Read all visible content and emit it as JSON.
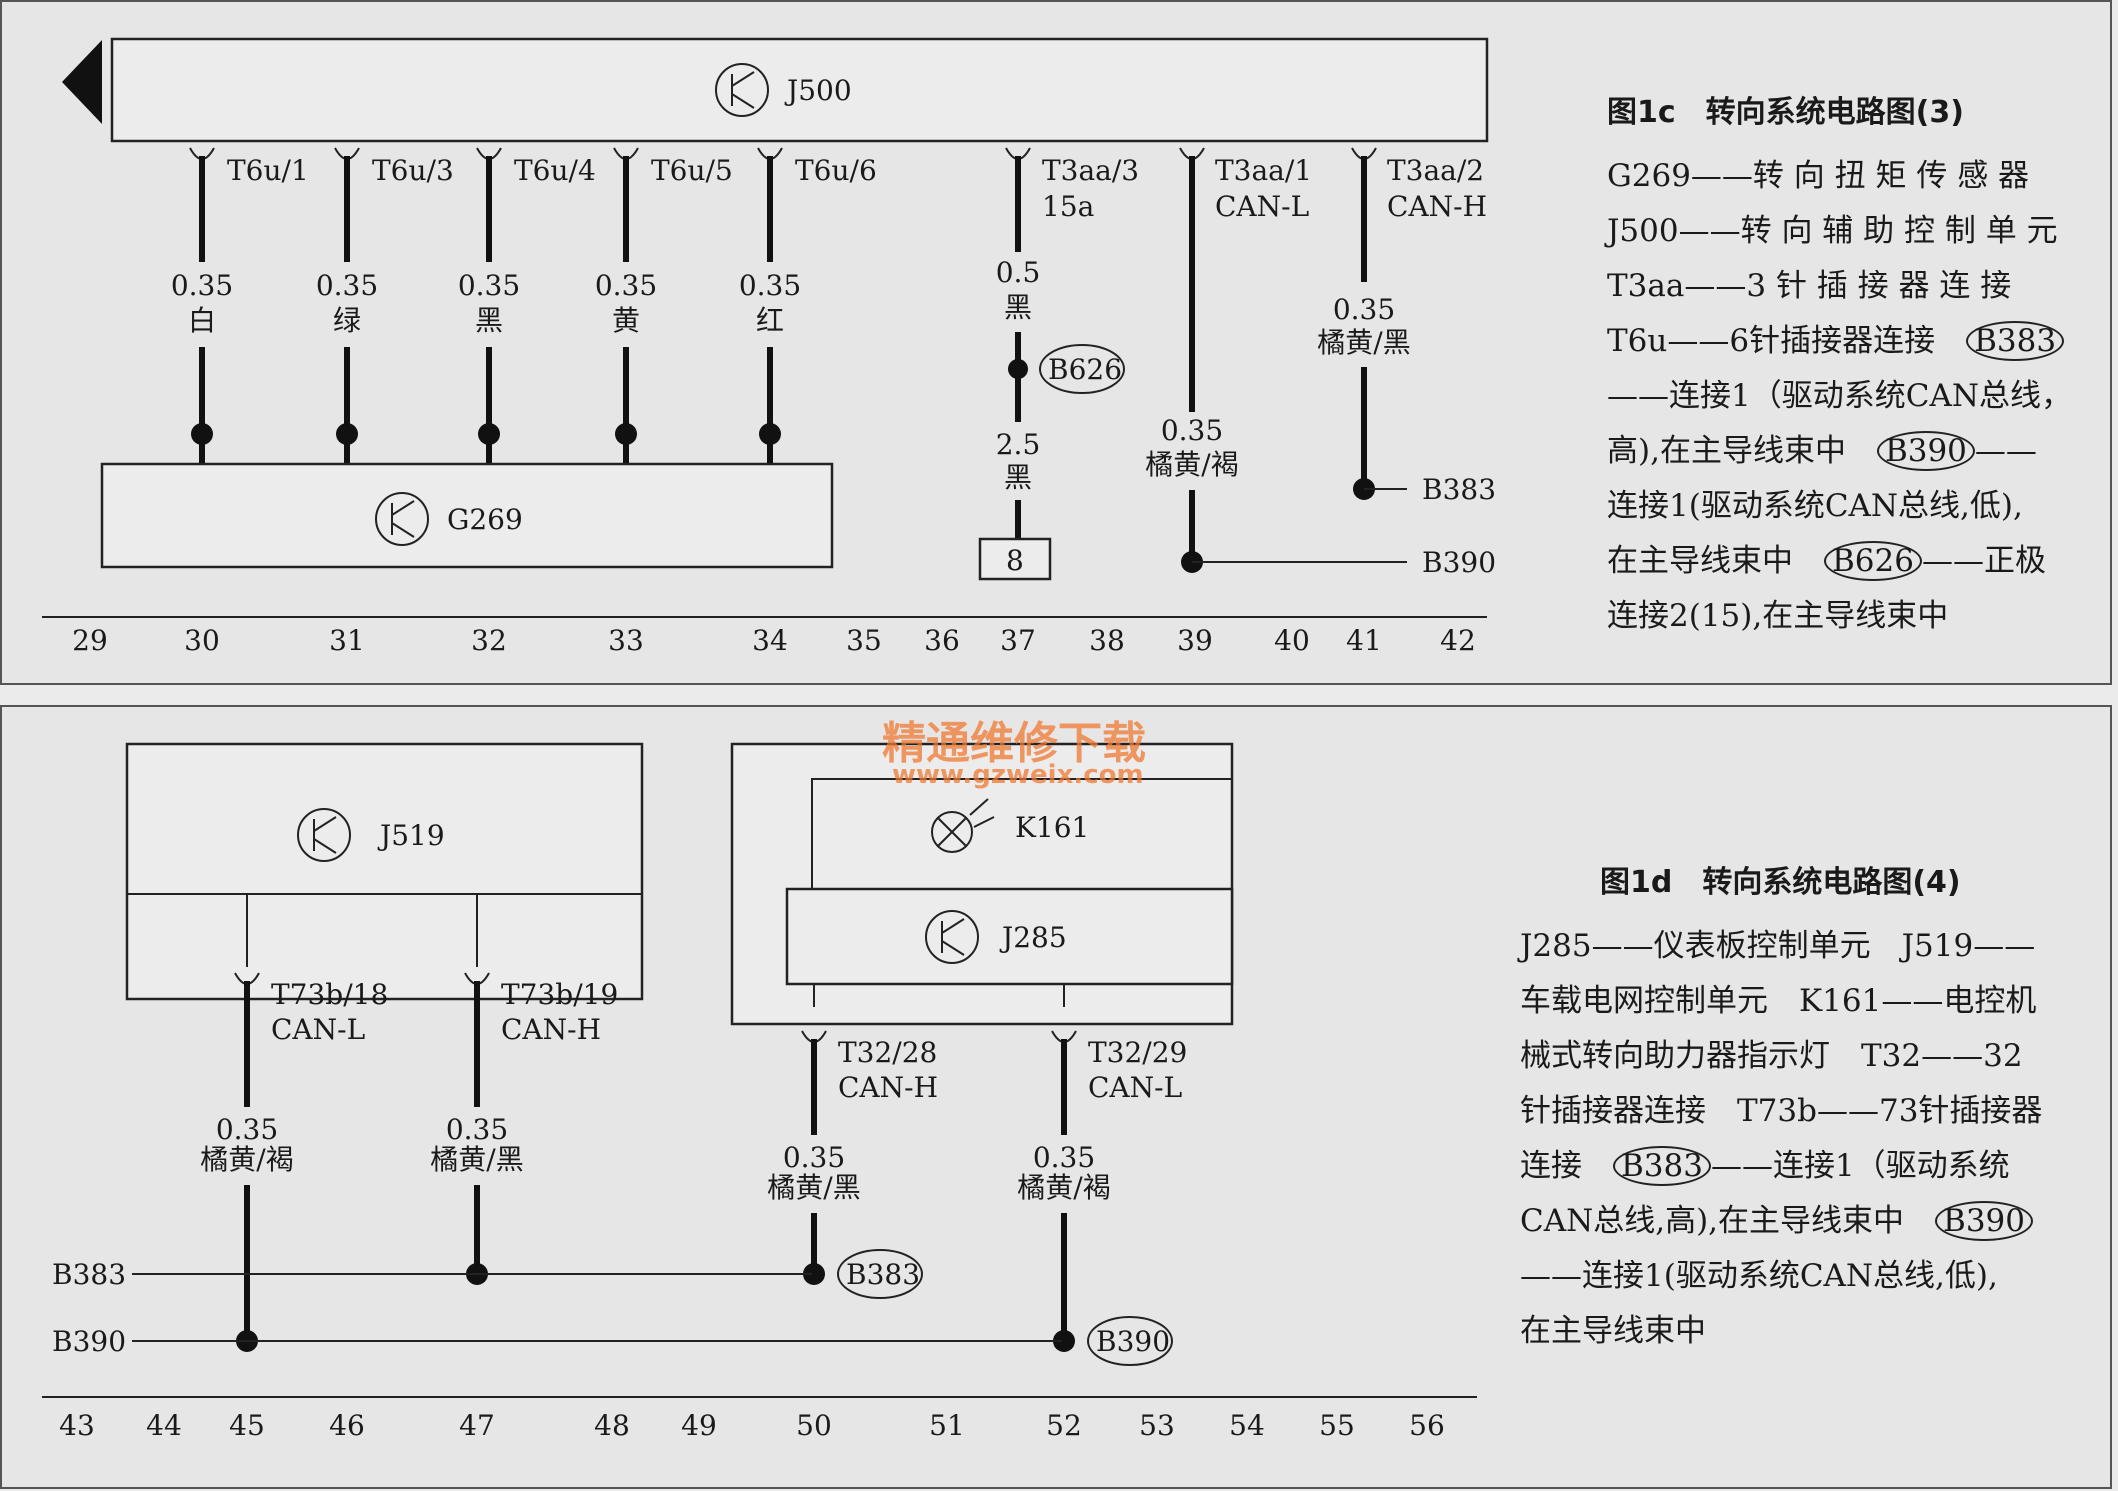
{
  "top": {
    "components": {
      "J500": "J500",
      "G269": "G269",
      "ground": "8"
    },
    "connectors": [
      {
        "pin": "T6u/1"
      },
      {
        "pin": "T6u/3"
      },
      {
        "pin": "T6u/4"
      },
      {
        "pin": "T6u/5"
      },
      {
        "pin": "T6u/6"
      },
      {
        "pin": "T3aa/3",
        "sub": "15a"
      },
      {
        "pin": "T3aa/1",
        "sub": "CAN-L"
      },
      {
        "pin": "T3aa/2",
        "sub": "CAN-H"
      }
    ],
    "wires": [
      {
        "size": "0.35",
        "color": "白"
      },
      {
        "size": "0.35",
        "color": "绿"
      },
      {
        "size": "0.35",
        "color": "黑"
      },
      {
        "size": "0.35",
        "color": "黄"
      },
      {
        "size": "0.35",
        "color": "红"
      },
      {
        "size": "0.5",
        "color": "黑"
      },
      {
        "size": "2.5",
        "color": "黑"
      },
      {
        "size": "0.35",
        "color": "橘黄/褐"
      },
      {
        "size": "0.35",
        "color": "橘黄/黑"
      }
    ],
    "splices": {
      "b626": "B626",
      "b383": "B383",
      "b390": "B390"
    },
    "scale": [
      "29",
      "30",
      "31",
      "32",
      "33",
      "34",
      "35",
      "36",
      "37",
      "38",
      "39",
      "40",
      "41",
      "42"
    ],
    "legend": {
      "title": "图1c　转向系统电路图(3)",
      "lines": [
        "G269——转 向 扭 矩 传 感 器",
        "J500——转 向 辅 助 控 制 单 元",
        "T3aa——3 针 插 接 器 连 接",
        "T6u——6针插接器连接",
        "——连接1（驱动系统CAN总线，",
        "高),在主导线束中",
        "连接1(驱动系统CAN总线,低),",
        "在主导线束中",
        "连接2(15),在主导线束中"
      ],
      "tags": {
        "b383": "B383",
        "b390": "B390",
        "b626": "B626"
      },
      "dash": "——",
      "positive": "——正极"
    }
  },
  "bottom": {
    "components": {
      "J519": "J519",
      "K161": "K161",
      "J285": "J285"
    },
    "connectors": [
      {
        "pin": "T73b/18",
        "sub": "CAN-L"
      },
      {
        "pin": "T73b/19",
        "sub": "CAN-H"
      },
      {
        "pin": "T32/28",
        "sub": "CAN-H"
      },
      {
        "pin": "T32/29",
        "sub": "CAN-L"
      }
    ],
    "wires": [
      {
        "size": "0.35",
        "color": "橘黄/褐"
      },
      {
        "size": "0.35",
        "color": "橘黄/黑"
      },
      {
        "size": "0.35",
        "color": "橘黄/黑"
      },
      {
        "size": "0.35",
        "color": "橘黄/褐"
      }
    ],
    "buses": {
      "b383": "B383",
      "b390": "B390"
    },
    "scale": [
      "43",
      "44",
      "45",
      "46",
      "47",
      "48",
      "49",
      "50",
      "51",
      "52",
      "53",
      "54",
      "55",
      "56"
    ],
    "legend": {
      "title": "图1d　转向系统电路图(4)",
      "lines": [
        "J285——仪表板控制单元　J519——",
        "车载电网控制单元　K161——电控机",
        "械式转向助力器指示灯　T32——32",
        "针插接器连接　T73b——73针插接器",
        "连接",
        "——连接1（驱动系统",
        "CAN总线,高),在主导线束中",
        "——连接1(驱动系统CAN总线,低),",
        "在主导线束中"
      ],
      "tags": {
        "b383": "B383",
        "b390": "B390"
      }
    }
  },
  "watermark": {
    "cn": "精通维修下载",
    "url": "www.gzweix.com"
  }
}
